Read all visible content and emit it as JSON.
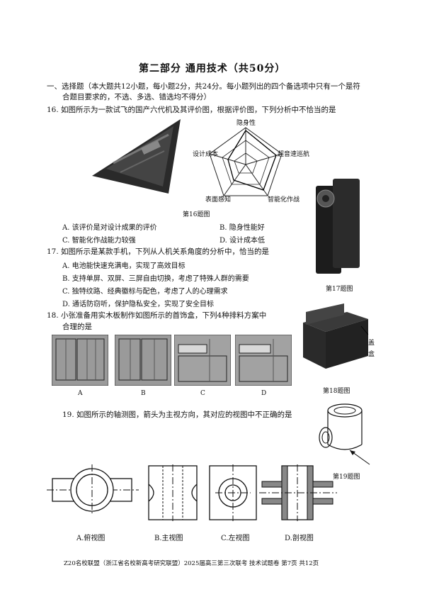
{
  "page_title": "第二部分 通用技术（共50分）",
  "section_one": {
    "heading": "一、选择题（本大题共12小题，每小题2分，共24分。每小题列出的四个备选项中只有一个是符",
    "heading_cont": "合题目要求的，不选、多选、错选均不得分）"
  },
  "q16": {
    "stem": "16. 如图所示为一款试飞的国产六代机及其评价图，根据评价图，下列分析中不恰当的是",
    "radar_labels": [
      "隐身性",
      "超音速巡航",
      "智能化作战",
      "表面感知",
      "设计成本"
    ],
    "caption": "第16题图",
    "options": [
      "A. 该评价是对设计成果的评价",
      "B. 隐身性能好",
      "C. 智能化作战能力较强",
      "D. 设计成本低"
    ]
  },
  "q17": {
    "stem": "17. 如图所示是某款手机，下列从人机关系角度的分析中，恰当的是",
    "options": [
      "A. 电池能快速充满电，实现了高效目标",
      "B. 支持单屏、双屏、三屏自由切换，考虑了特殊人群的需要",
      "C. 独特纹路、经典徽标与配色，考虑了人的心理需求",
      "D. 通话防窃听，保护隐私安全，实现了安全目标"
    ],
    "caption": "第17题图"
  },
  "q18": {
    "stem": "18. 小张准备用实木板制作如图所示的首饰盒，下列4种排料方案中",
    "stem_cont": "合理的是",
    "choices": [
      "A",
      "B",
      "C",
      "D"
    ],
    "label_box": "盒",
    "label_side": "盖",
    "caption": "第18题图"
  },
  "q19": {
    "stem": "19. 如图所示的轴测图，箭头为主视方向，其对应的视图中不正确的是",
    "caption": "第19题图",
    "views": [
      "A.俯视图",
      "B.主视图",
      "C.左视图",
      "D.剖视图"
    ]
  },
  "footer": "Z20名校联盟（浙江省名校新高考研究联盟）2025届高三第三次联考 技术试题卷 第7页 共12页"
}
